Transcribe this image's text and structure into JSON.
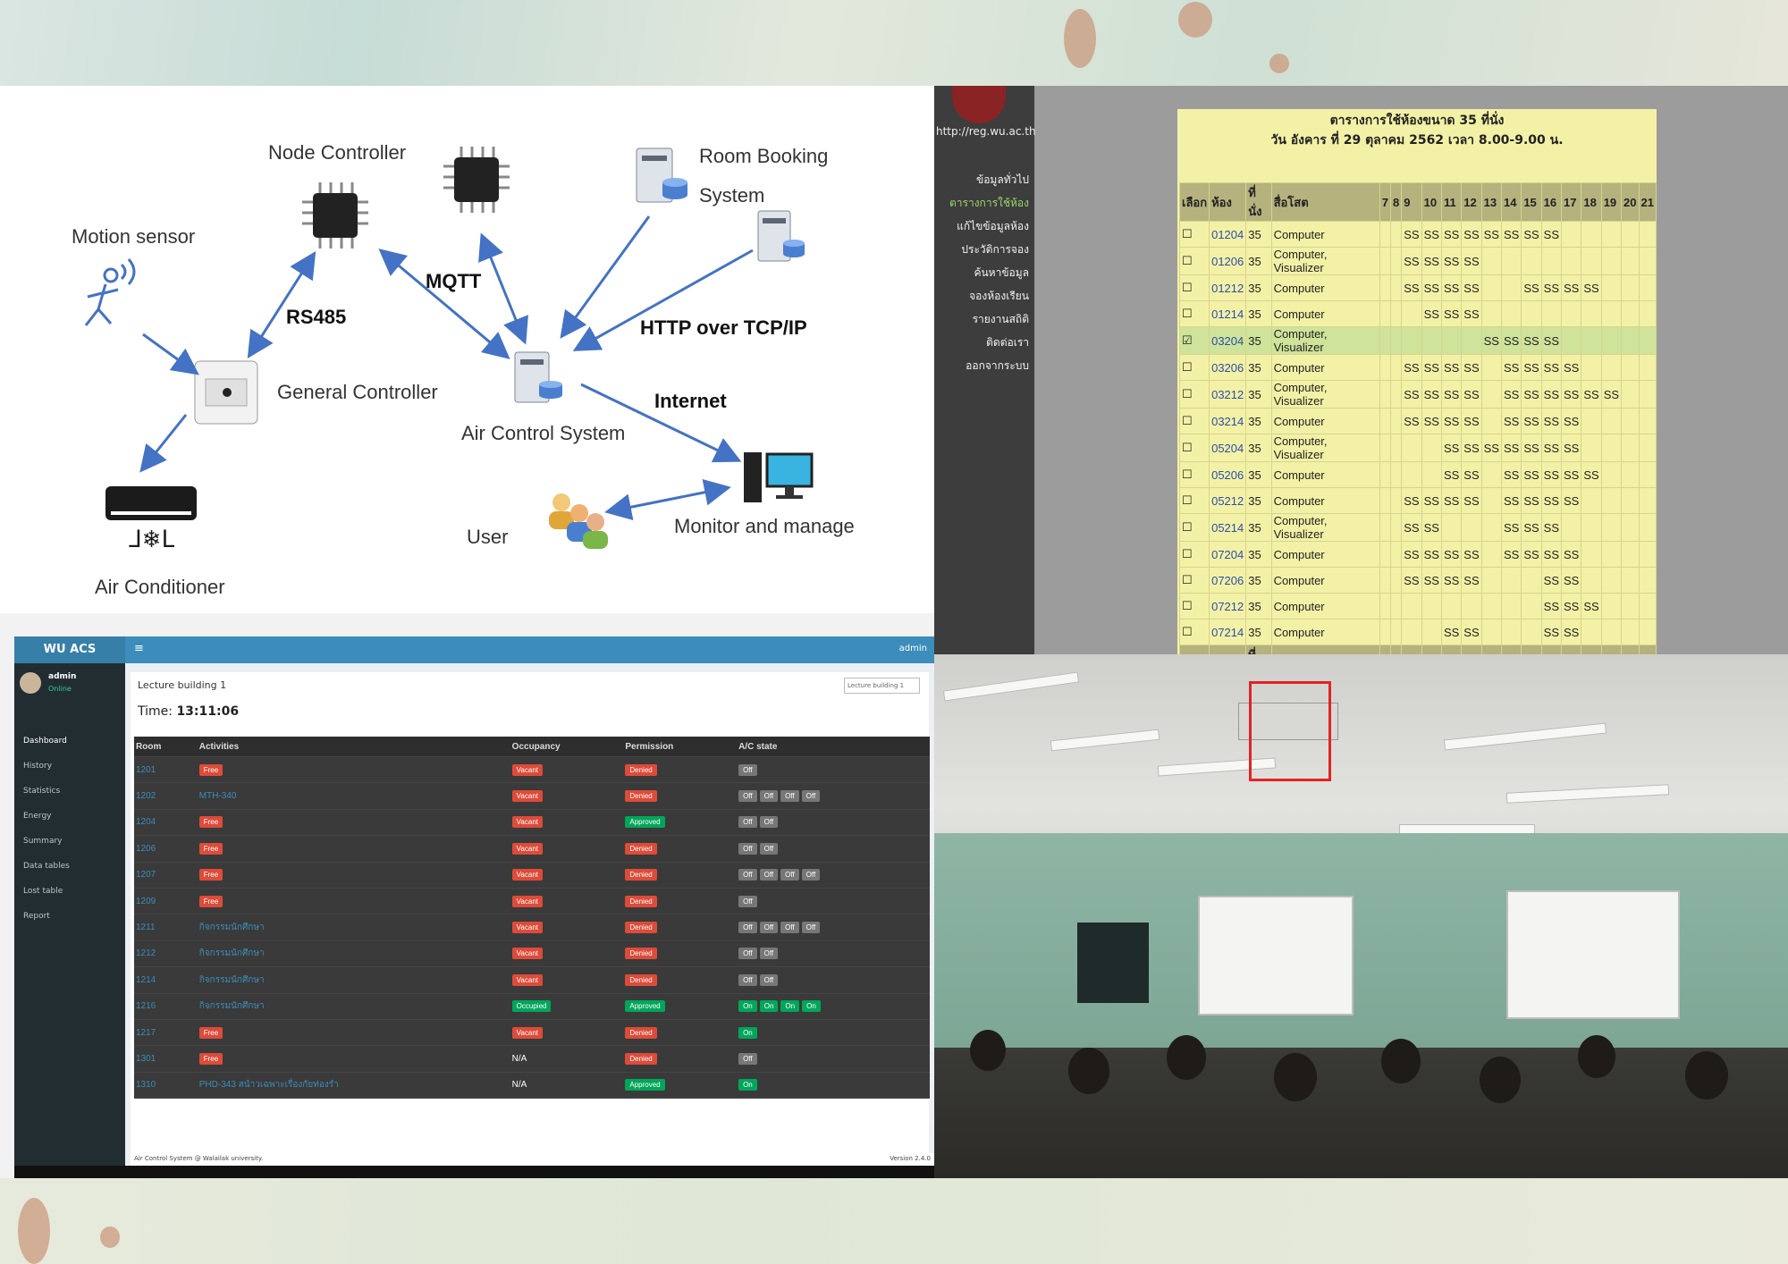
{
  "diagram": {
    "labels": {
      "node_controller": "Node Controller",
      "room_booking": "Room Booking",
      "room_booking_2": "System",
      "motion_sensor": "Motion sensor",
      "mqtt": "MQTT",
      "rs485": "RS485",
      "http": "HTTP over TCP/IP",
      "general_controller": "General Controller",
      "internet": "Internet",
      "air_control_system": "Air Control System",
      "monitor_manage": "Monitor and manage",
      "user": "User",
      "air_conditioner": "Air Conditioner"
    }
  },
  "booking": {
    "url": "http://reg.wu.ac.th",
    "menu": [
      "ข้อมูลทั่วไป",
      "ตารางการใช้ห้อง",
      "แก้ไขข้อมูลห้อง",
      "ประวัติการจอง",
      "ค้นหาข้อมูล",
      "จองห้องเรียน",
      "รายงานสถิติ",
      "ติดต่อเรา",
      "ออกจากระบบ"
    ],
    "title_line1": "ตารางการใช้ห้องขนาด 35 ที่นั่ง",
    "title_line2": "วัน อังคาร ที่ 29 ตุลาคม 2562 เวลา 8.00-9.00 น.",
    "header": [
      "เลือก",
      "ห้อง",
      "ที่นั่ง",
      "สื่อโสต",
      "7",
      "8",
      "9",
      "10",
      "11",
      "12",
      "13",
      "14",
      "15",
      "16",
      "17",
      "18",
      "19",
      "20",
      "21"
    ],
    "rows": [
      {
        "check": "☐",
        "room": "01204",
        "seats": "35",
        "media": "Computer",
        "slots": [
          "",
          "",
          "SS",
          "SS",
          "SS",
          "SS",
          "SS",
          "SS",
          "SS",
          "SS",
          "",
          "",
          "",
          "",
          ""
        ]
      },
      {
        "check": "☐",
        "room": "01206",
        "seats": "35",
        "media": "Computer, Visualizer",
        "slots": [
          "",
          "",
          "SS",
          "SS",
          "SS",
          "SS",
          "",
          "",
          "",
          "",
          "",
          "",
          "",
          "",
          ""
        ]
      },
      {
        "check": "☐",
        "room": "01212",
        "seats": "35",
        "media": "Computer",
        "slots": [
          "",
          "",
          "SS",
          "SS",
          "SS",
          "SS",
          "",
          "",
          "SS",
          "SS",
          "SS",
          "SS",
          "",
          "",
          ""
        ]
      },
      {
        "check": "☐",
        "room": "01214",
        "seats": "35",
        "media": "Computer",
        "slots": [
          "",
          "",
          "",
          "SS",
          "SS",
          "SS",
          "",
          "",
          "",
          "",
          "",
          "",
          "",
          "",
          ""
        ]
      },
      {
        "check": "☑",
        "room": "03204",
        "seats": "35",
        "media": "Computer, Visualizer",
        "slots": [
          "",
          "",
          "",
          "",
          "",
          "",
          "SS",
          "SS",
          "SS",
          "SS",
          "",
          "",
          "",
          "",
          ""
        ]
      },
      {
        "check": "☐",
        "room": "03206",
        "seats": "35",
        "media": "Computer",
        "slots": [
          "",
          "",
          "SS",
          "SS",
          "SS",
          "SS",
          "",
          "SS",
          "SS",
          "SS",
          "SS",
          "",
          "",
          "",
          ""
        ]
      },
      {
        "check": "☐",
        "room": "03212",
        "seats": "35",
        "media": "Computer, Visualizer",
        "slots": [
          "",
          "",
          "SS",
          "SS",
          "SS",
          "SS",
          "",
          "SS",
          "SS",
          "SS",
          "SS",
          "SS",
          "SS",
          "",
          ""
        ]
      },
      {
        "check": "☐",
        "room": "03214",
        "seats": "35",
        "media": "Computer",
        "slots": [
          "",
          "",
          "SS",
          "SS",
          "SS",
          "SS",
          "",
          "SS",
          "SS",
          "SS",
          "SS",
          "",
          "",
          "",
          ""
        ]
      },
      {
        "check": "☐",
        "room": "05204",
        "seats": "35",
        "media": "Computer, Visualizer",
        "slots": [
          "",
          "",
          "",
          "",
          "SS",
          "SS",
          "SS",
          "SS",
          "SS",
          "SS",
          "SS",
          "",
          "",
          "",
          ""
        ]
      },
      {
        "check": "☐",
        "room": "05206",
        "seats": "35",
        "media": "Computer",
        "slots": [
          "",
          "",
          "",
          "",
          "SS",
          "SS",
          "",
          "SS",
          "SS",
          "SS",
          "SS",
          "SS",
          "",
          "",
          ""
        ]
      },
      {
        "check": "☐",
        "room": "05212",
        "seats": "35",
        "media": "Computer",
        "slots": [
          "",
          "",
          "SS",
          "SS",
          "SS",
          "SS",
          "",
          "SS",
          "SS",
          "SS",
          "SS",
          "",
          "",
          "",
          ""
        ]
      },
      {
        "check": "☐",
        "room": "05214",
        "seats": "35",
        "media": "Computer, Visualizer",
        "slots": [
          "",
          "",
          "SS",
          "SS",
          "",
          "",
          "",
          "SS",
          "SS",
          "SS",
          "",
          "",
          "",
          "",
          ""
        ]
      },
      {
        "check": "☐",
        "room": "07204",
        "seats": "35",
        "media": "Computer",
        "slots": [
          "",
          "",
          "SS",
          "SS",
          "SS",
          "SS",
          "",
          "SS",
          "SS",
          "SS",
          "SS",
          "",
          "",
          "",
          ""
        ]
      },
      {
        "check": "☐",
        "room": "07206",
        "seats": "35",
        "media": "Computer",
        "slots": [
          "",
          "",
          "SS",
          "SS",
          "SS",
          "SS",
          "",
          "",
          "",
          "SS",
          "SS",
          "",
          "",
          "",
          ""
        ]
      },
      {
        "check": "☐",
        "room": "07212",
        "seats": "35",
        "media": "Computer",
        "slots": [
          "",
          "",
          "",
          "",
          "",
          "",
          "",
          "",
          "",
          "SS",
          "SS",
          "SS",
          "",
          "",
          ""
        ]
      },
      {
        "check": "☐",
        "room": "07214",
        "seats": "35",
        "media": "Computer",
        "slots": [
          "",
          "",
          "",
          "",
          "SS",
          "SS",
          "",
          "",
          "",
          "SS",
          "SS",
          "",
          "",
          "",
          ""
        ]
      }
    ]
  },
  "dashboard": {
    "brand": "WU ACS",
    "user": "admin",
    "user_status": "Online",
    "menu": [
      "Dashboard",
      "History",
      "Statistics",
      "Energy",
      "Summary",
      "Data tables",
      "Lost table",
      "Report"
    ],
    "title": "Lecture building 1",
    "time_label": "Time:",
    "time_value": "13:11:06",
    "select_value": "Lecture building 1",
    "columns": [
      "Room",
      "Activities",
      "Occupancy",
      "Permission",
      "A/C state"
    ],
    "rows": [
      {
        "room": "1201",
        "activity": "Free",
        "occupancy": "Vacant",
        "permission": "Denied",
        "ac": [
          "Off"
        ]
      },
      {
        "room": "1202",
        "activity": "MTH-340",
        "occupancy": "Vacant",
        "permission": "Denied",
        "ac": [
          "Off",
          "Off",
          "Off",
          "Off"
        ]
      },
      {
        "room": "1204",
        "activity": "Free",
        "occupancy": "Vacant",
        "permission": "Approved",
        "ac": [
          "Off",
          "Off"
        ]
      },
      {
        "room": "1206",
        "activity": "Free",
        "occupancy": "Vacant",
        "permission": "Denied",
        "ac": [
          "Off",
          "Off"
        ]
      },
      {
        "room": "1207",
        "activity": "Free",
        "occupancy": "Vacant",
        "permission": "Denied",
        "ac": [
          "Off",
          "Off",
          "Off",
          "Off"
        ]
      },
      {
        "room": "1209",
        "activity": "Free",
        "occupancy": "Vacant",
        "permission": "Denied",
        "ac": [
          "Off"
        ]
      },
      {
        "room": "1211",
        "activity": "กิจกรรมนักศึกษา",
        "occupancy": "Vacant",
        "permission": "Denied",
        "ac": [
          "Off",
          "Off",
          "Off",
          "Off"
        ]
      },
      {
        "room": "1212",
        "activity": "กิจกรรมนักศึกษา",
        "occupancy": "Vacant",
        "permission": "Denied",
        "ac": [
          "Off",
          "Off"
        ]
      },
      {
        "room": "1214",
        "activity": "กิจกรรมนักศึกษา",
        "occupancy": "Vacant",
        "permission": "Denied",
        "ac": [
          "Off",
          "Off"
        ]
      },
      {
        "room": "1216",
        "activity": "กิจกรรมนักศึกษา",
        "occupancy": "Occupied",
        "permission": "Approved",
        "ac": [
          "On",
          "On",
          "On",
          "On"
        ]
      },
      {
        "room": "1217",
        "activity": "Free",
        "occupancy": "Vacant",
        "permission": "Denied",
        "ac": [
          "On"
        ]
      },
      {
        "room": "1301",
        "activity": "Free",
        "occupancy": "N/A",
        "permission": "Denied",
        "ac": [
          "Off"
        ]
      },
      {
        "room": "1310",
        "activity": "PHD-343 สนำวเฉพาะเรื่องกัยท่องรำ",
        "occupancy": "N/A",
        "permission": "Approved",
        "ac": [
          "On"
        ]
      }
    ],
    "footer_left": "Air Control System @ Walailak university.",
    "footer_right": "Version 2.4.0"
  }
}
